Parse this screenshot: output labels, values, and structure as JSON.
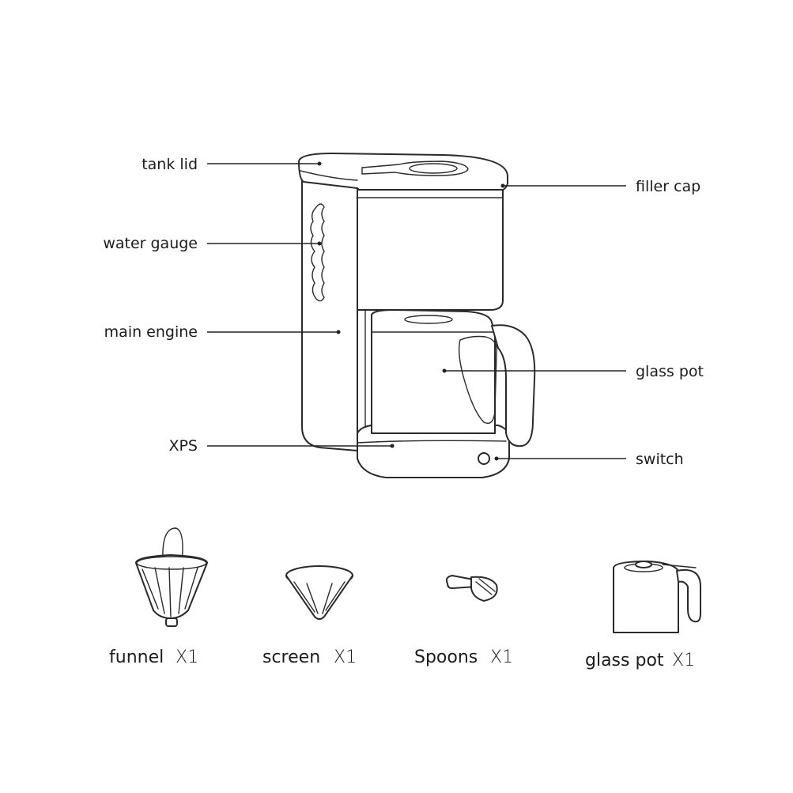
{
  "callouts": {
    "tank_lid": "tank lid",
    "water_gauge": "water gauge",
    "main_engine": "main engine",
    "xps": "XPS",
    "filler_cap": "filler cap",
    "glass_pot": "glass pot",
    "switch": "switch"
  },
  "accessories": [
    {
      "name": "funnel",
      "qty": "X1"
    },
    {
      "name": "screen",
      "qty": "X1"
    },
    {
      "name": "Spoons",
      "qty": "X1"
    },
    {
      "name": "glass pot",
      "qty": "X1"
    }
  ]
}
